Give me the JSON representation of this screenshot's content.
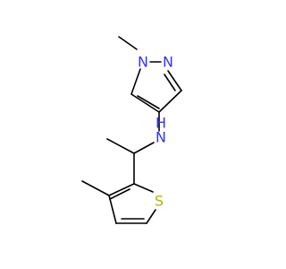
{
  "molecule": {
    "atoms": {
      "n_pyrazole_methyl": "N",
      "n_pyrazole_ring": "N",
      "n_amine": "N",
      "h_amine": "H",
      "s_thiophene": "S"
    },
    "colors": {
      "bond": "#000000",
      "nitrogen": "#3333ff",
      "sulfur": "#b2b200"
    }
  }
}
